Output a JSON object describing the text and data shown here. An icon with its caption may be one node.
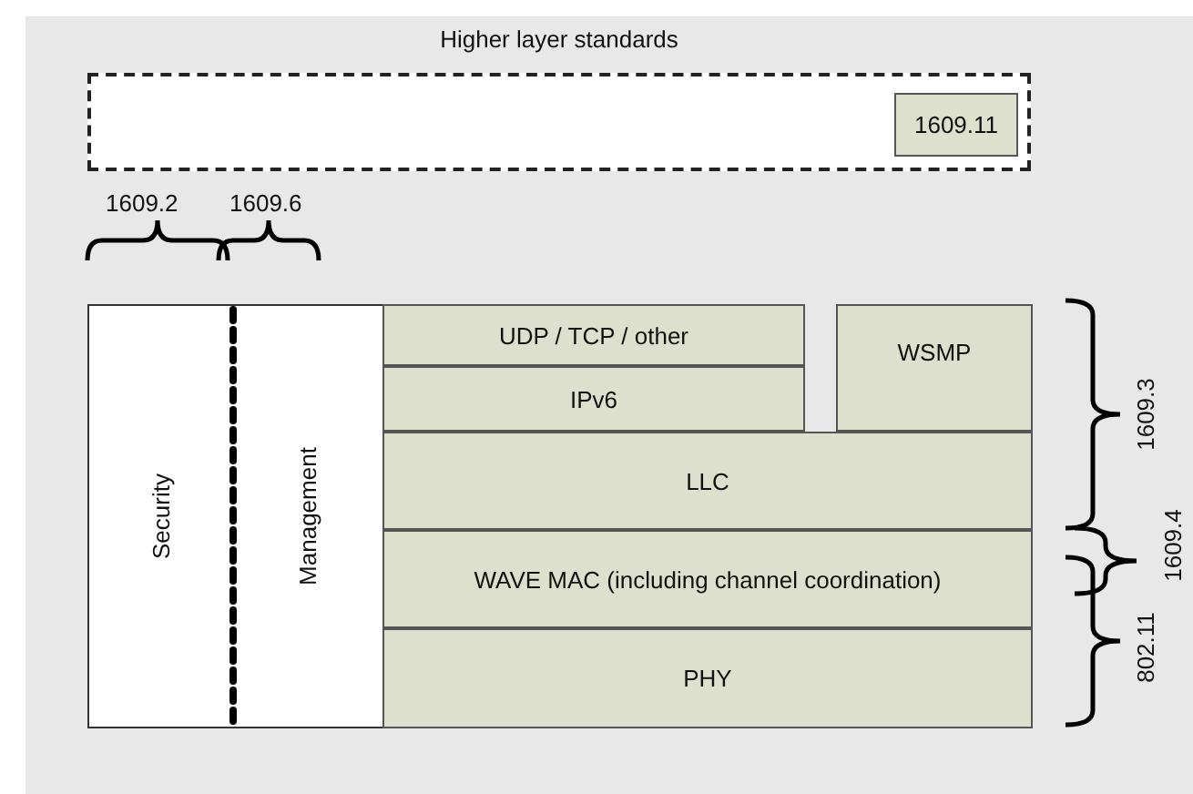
{
  "diagram": {
    "nodes": [
      {
        "text": [
          "Higher layer standards"
        ]
      },
      {
        "text": [
          "1609.11"
        ],
        "in": 0
      },
      {
        "text": [
          "Security"
        ]
      },
      {
        "text": [
          "Management"
        ]
      },
      {
        "text": [
          "UDP / TCP / other"
        ]
      },
      {
        "text": [
          "IPv6"
        ]
      },
      {
        "text": [
          "WSMP"
        ]
      },
      {
        "text": [
          "LLC"
        ]
      },
      {
        "text": [
          "WAVE MAC (including channel coordination)"
        ]
      },
      {
        "text": [
          "PHY"
        ]
      }
    ],
    "edges": [],
    "labels": [
      "1609.2",
      "1609.6",
      "1609.3",
      "1609.4",
      "802.11"
    ]
  }
}
